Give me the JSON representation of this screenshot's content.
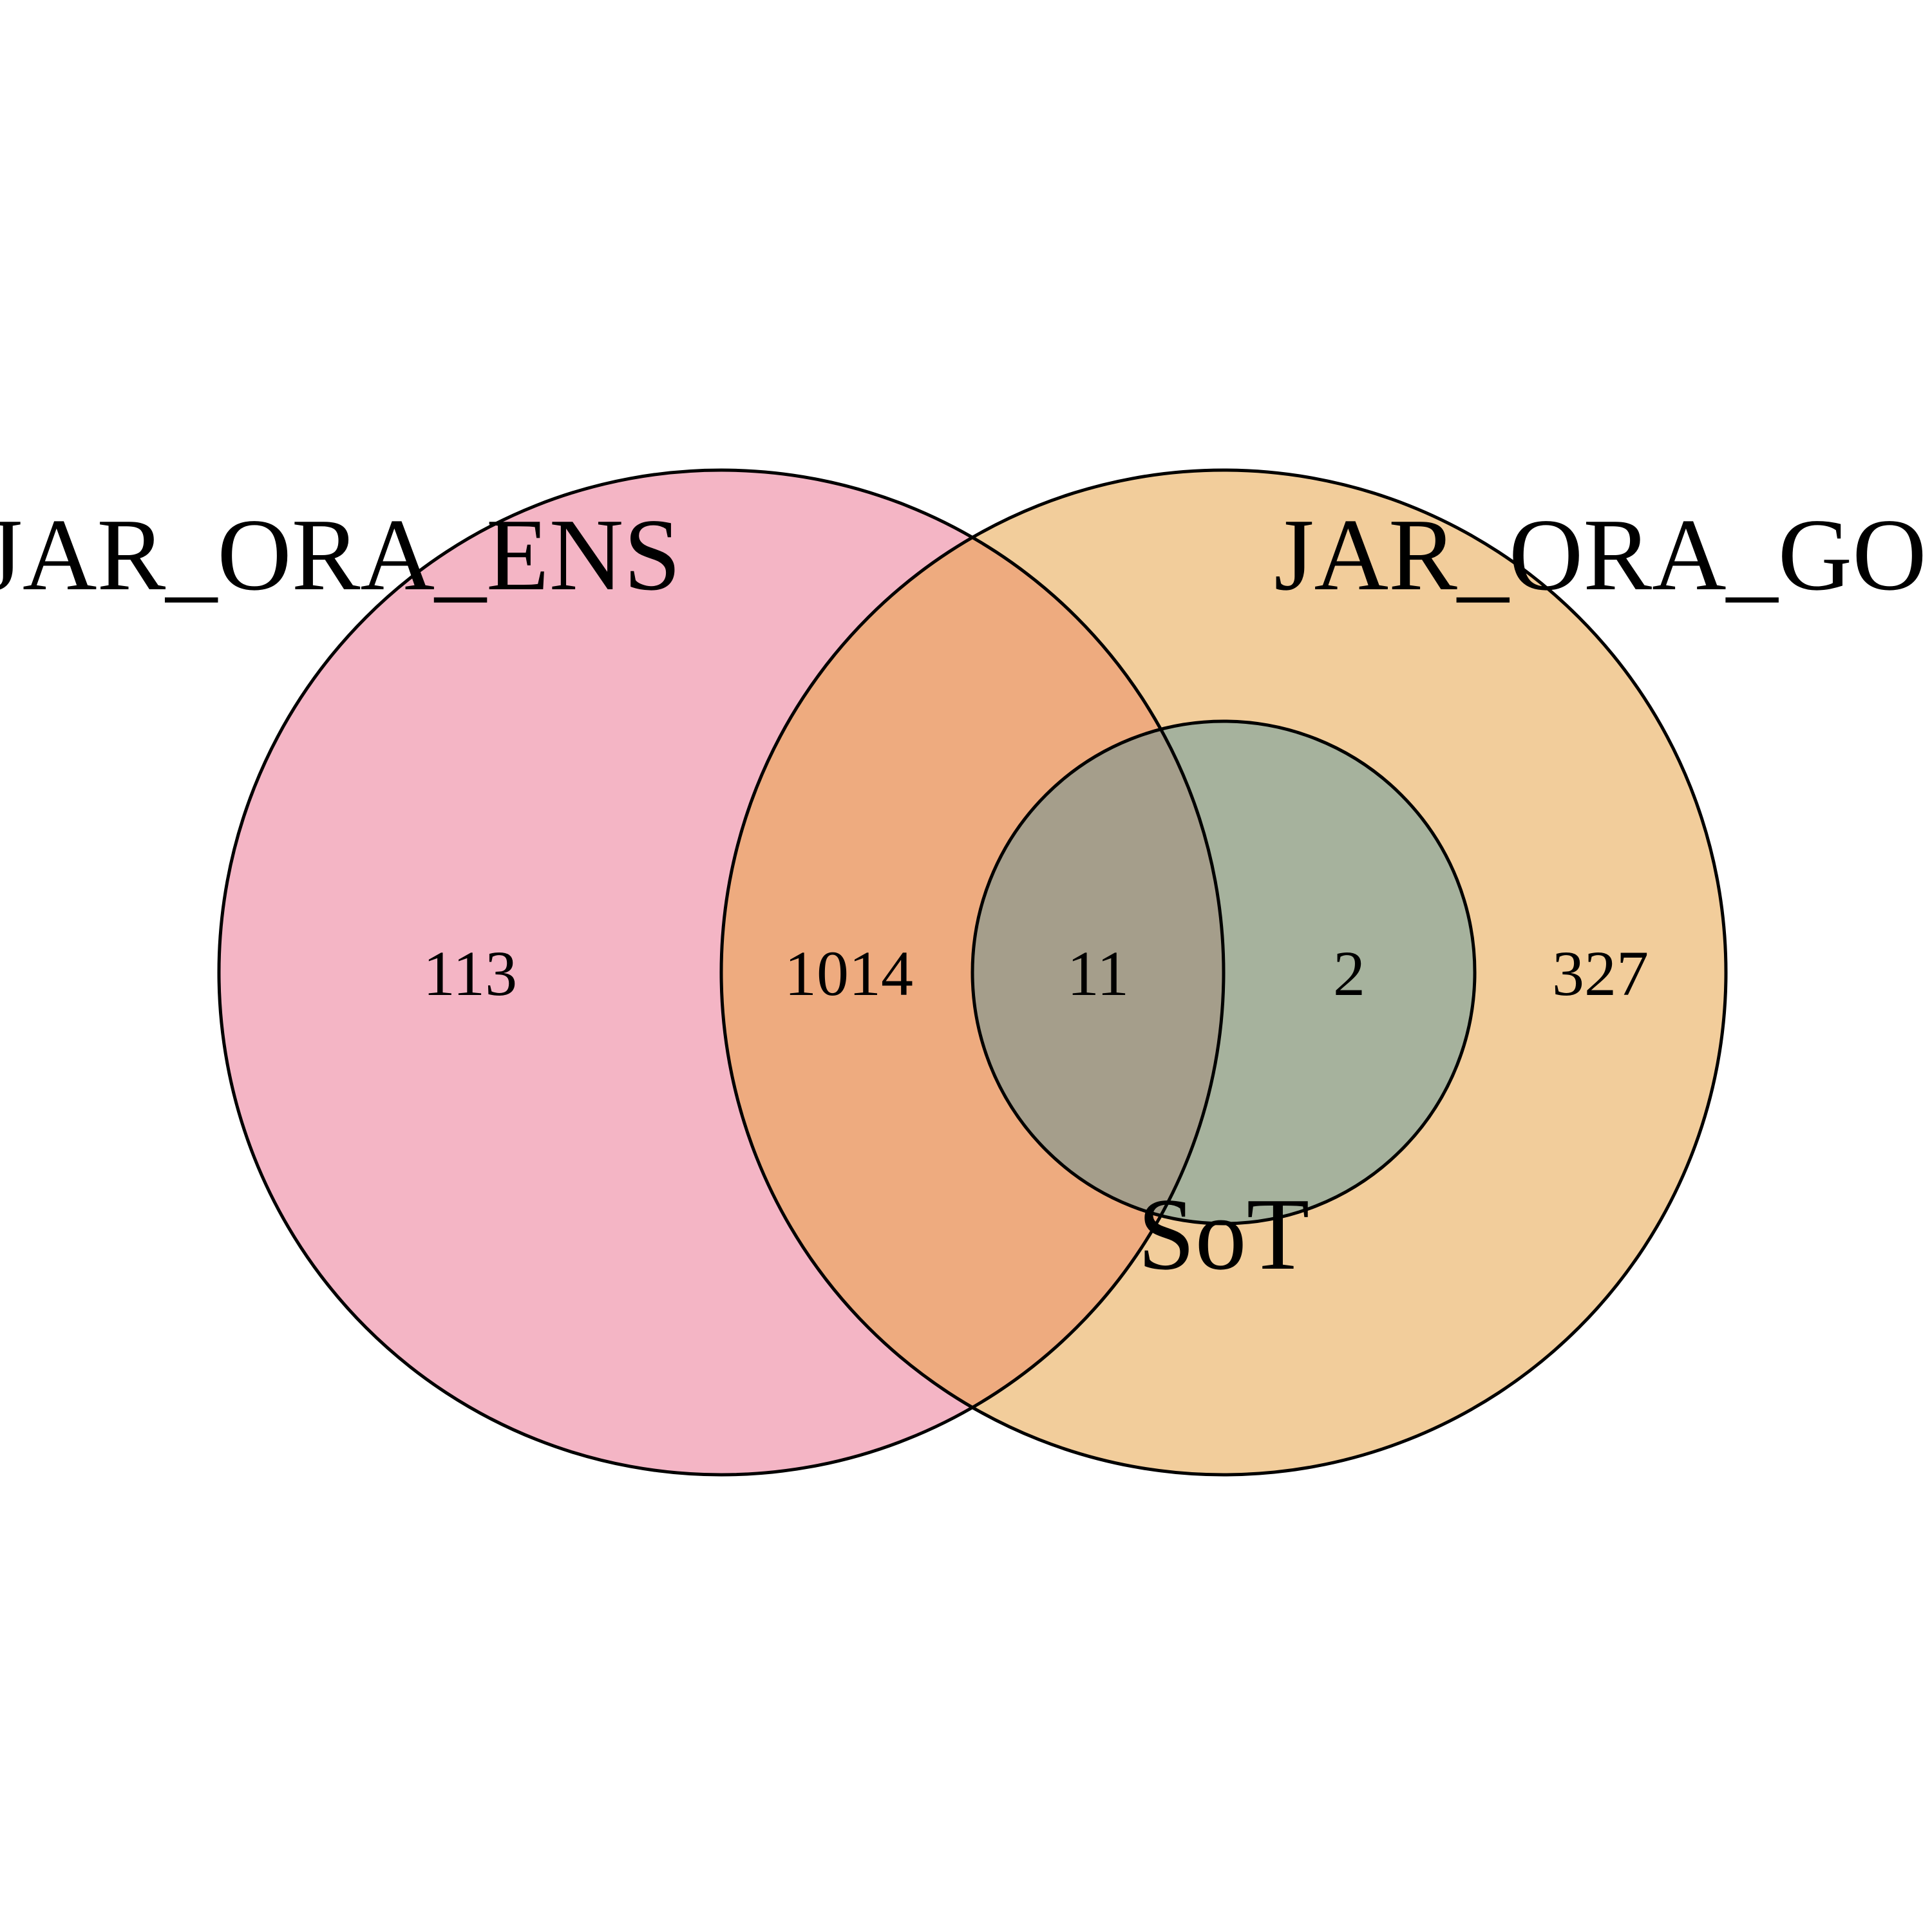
{
  "sets": [
    {
      "id": "A",
      "label": "JAR_ORA_ENS",
      "color": "#f4b5c5"
    },
    {
      "id": "B",
      "label": "JAR_ORA_GO",
      "color": "#f2cd9b"
    },
    {
      "id": "C",
      "label": "SoT",
      "color": "#a6b29d"
    }
  ],
  "region_colors": {
    "A_only": "#f4b5c5",
    "A_and_B": "#eeab7f",
    "B_only": "#f2cd9b",
    "B_and_C": "#a6b29d",
    "A_and_B_and_C": "#a59e8b"
  },
  "regions": {
    "A_only": "113",
    "A_and_B": "1014",
    "A_and_B_and_C": "11",
    "B_and_C": "2",
    "B_only": "327"
  }
}
